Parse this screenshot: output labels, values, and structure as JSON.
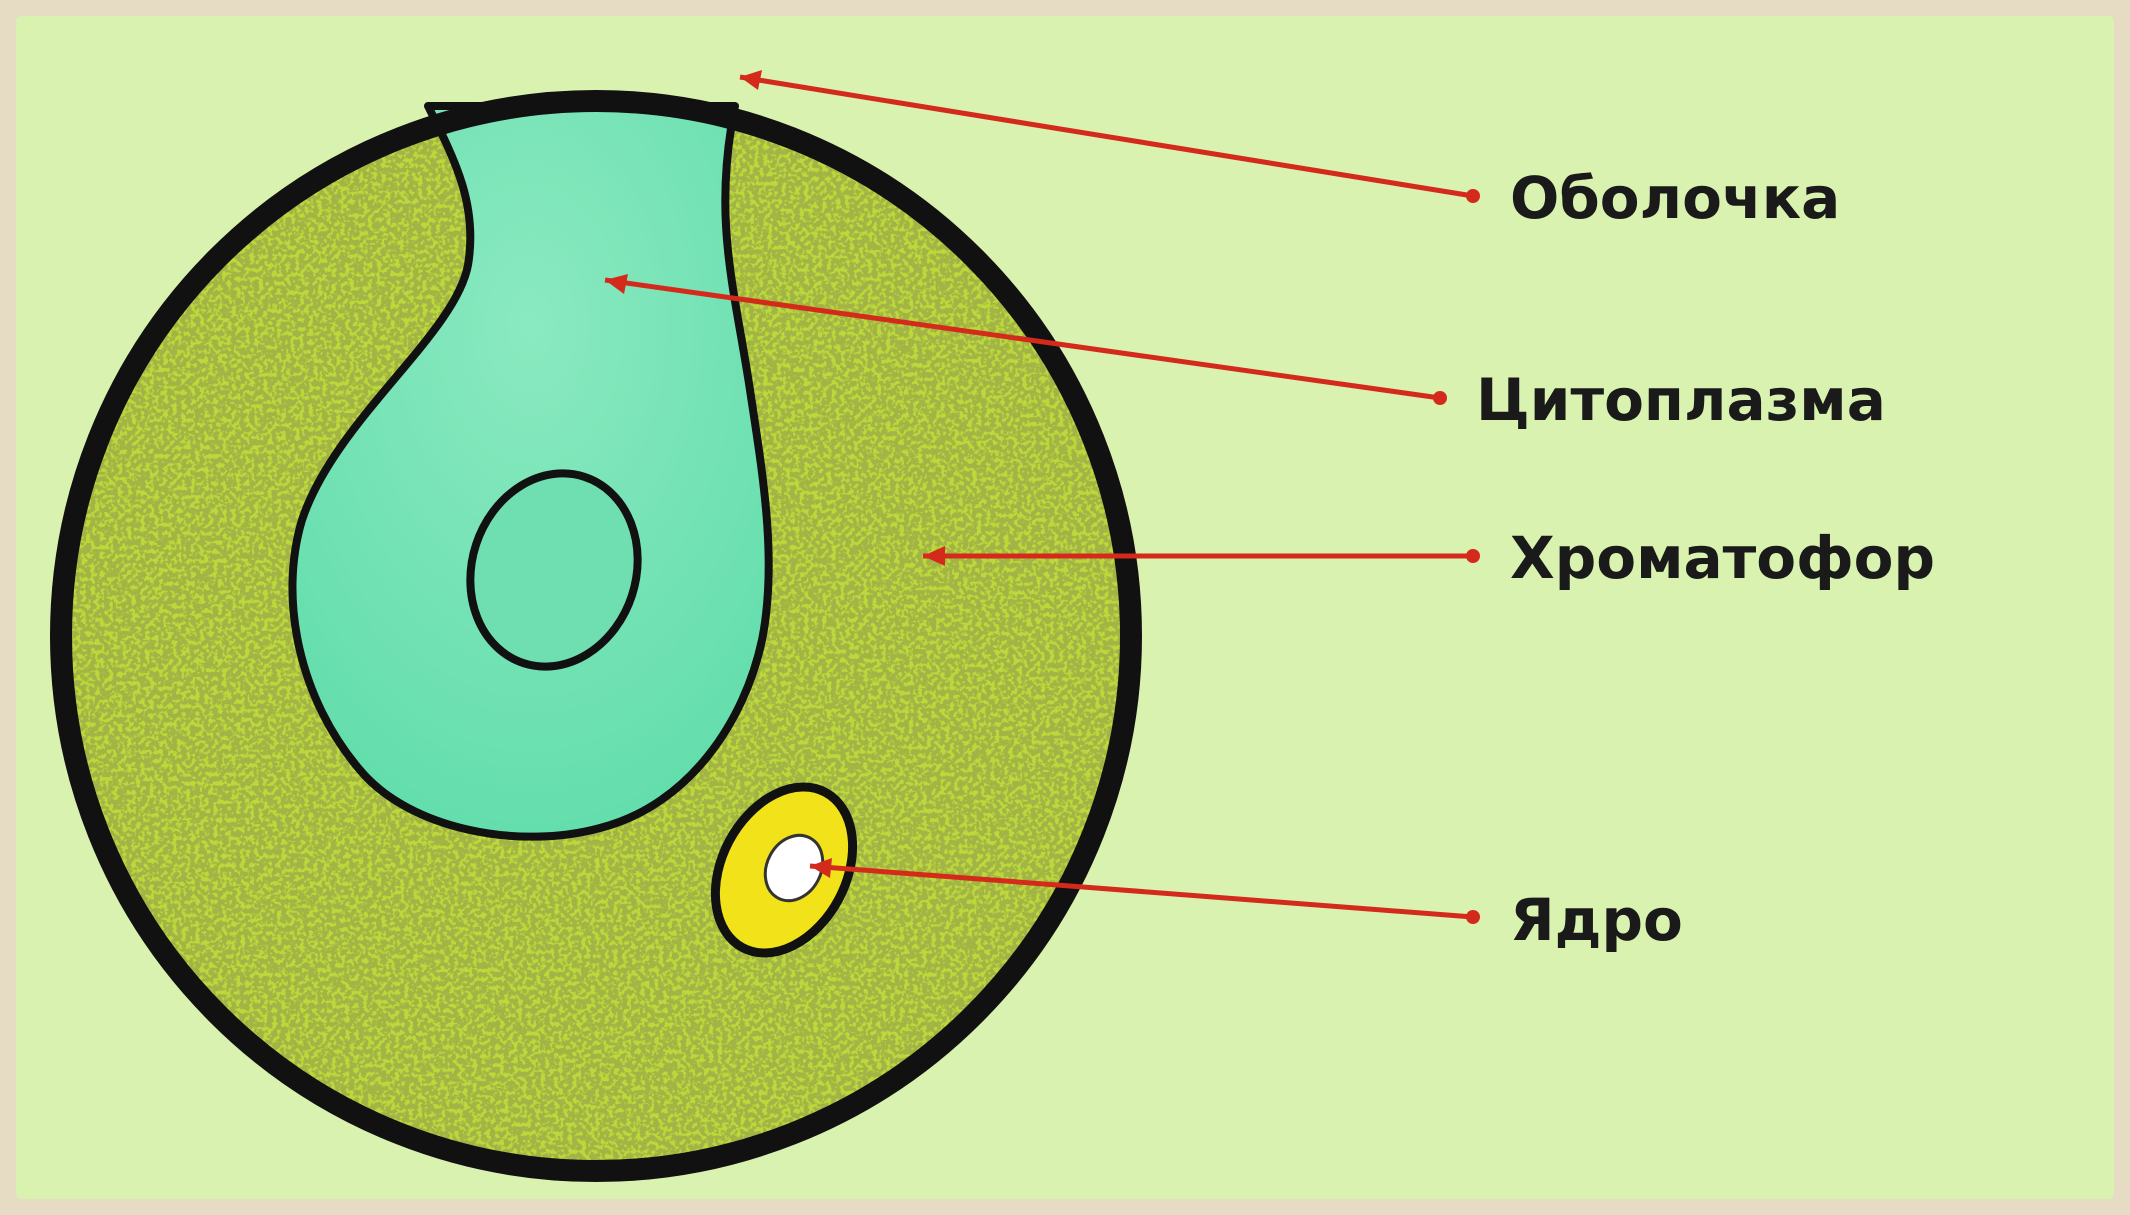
{
  "labels": [
    {
      "id": "membrane",
      "text": "Оболочка"
    },
    {
      "id": "cytoplasm",
      "text": "Цитоплазма"
    },
    {
      "id": "chromatophore",
      "text": "Хроматофор"
    },
    {
      "id": "nucleus",
      "text": "Ядро"
    }
  ],
  "colors": {
    "frame": "#e6dcc4",
    "panel": "#d9f2b0",
    "cytoplasm": "#7fe3b0",
    "chromatophore": "#bcd83a",
    "outline": "#111111",
    "pointer": "#d42a1c",
    "nucleus_ring": "#f2e21a",
    "nucleus_core": "#ffffff"
  }
}
